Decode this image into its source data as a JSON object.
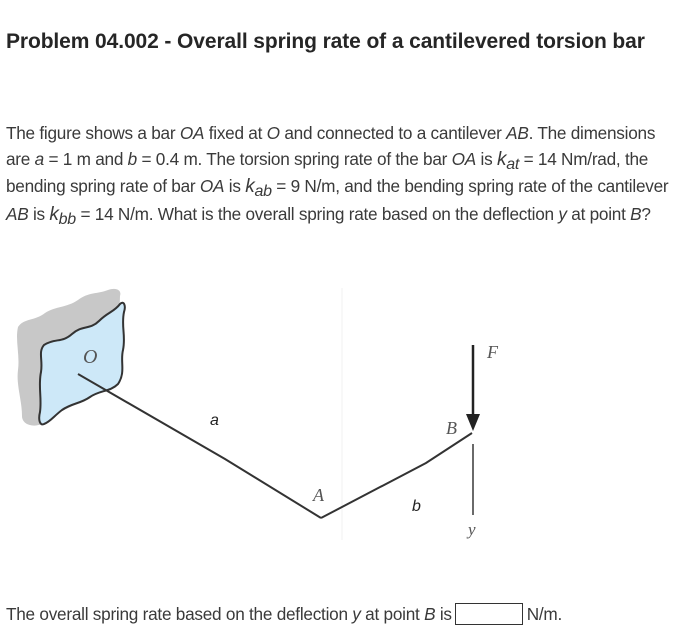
{
  "title": "Problem 04.002 - Overall spring rate of a cantilevered torsion bar",
  "problem": {
    "s1": "The figure shows a bar ",
    "oa1": "OA",
    "s2": " fixed at ",
    "o": "O",
    "s3": " and connected to a cantilever ",
    "ab1": "AB",
    "s4": ". The dimensions are ",
    "a_var": "a",
    "a_val": " = 1 m and ",
    "b_var": "b",
    "b_val": " = 0.4 m. The torsion spring rate of the bar ",
    "oa2": "OA",
    "s5": " is ",
    "kat_k": "k",
    "kat_sub": "at",
    "kat_val": " = 14 Nm/rad, the bending spring rate of bar ",
    "oa3": "OA",
    "s6": " is ",
    "kab_k": "k",
    "kab_sub": "ab",
    "kab_val": " = 9 N/m, and the bending spring rate of the cantilever ",
    "ab2": "AB",
    "s7": " is ",
    "kbb_k": "k",
    "kbb_sub": "bb",
    "kbb_val": " = 14 N/m. What is the overall spring rate based on the deflection ",
    "y": "y",
    "s8": " at point ",
    "B": "B",
    "s9": "?"
  },
  "figure": {
    "labels": {
      "O": "O",
      "a": "a",
      "A": "A",
      "b": "b",
      "B": "B",
      "F": "F",
      "y": "y"
    },
    "colors": {
      "wall_face": "#cde8f8",
      "wall_side": "#c8c8c8",
      "line": "#333333"
    }
  },
  "answer": {
    "prefix": "The overall spring rate based on the deflection ",
    "y": "y",
    "mid": " at point ",
    "B": "B",
    "suffix_is": " is",
    "value": "",
    "unit": "N/m."
  }
}
